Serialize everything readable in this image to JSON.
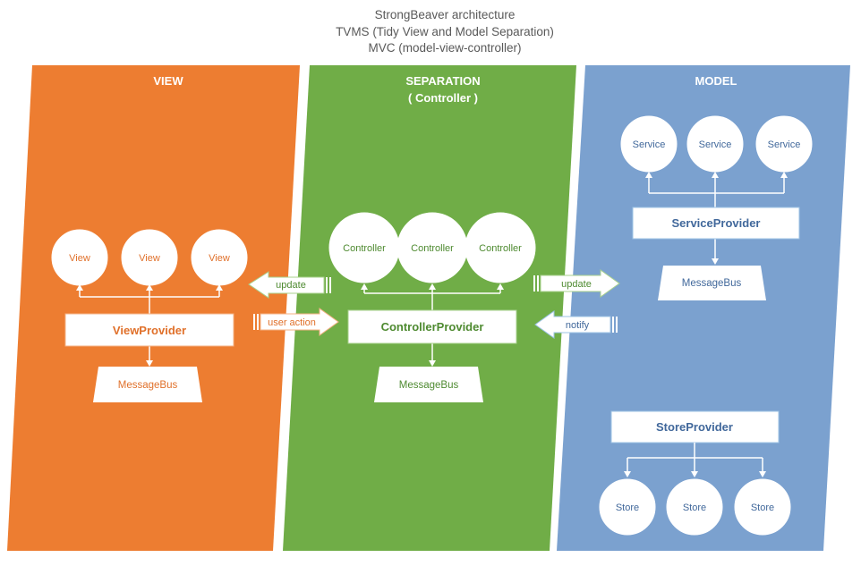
{
  "title": {
    "line1": "StrongBeaver architecture",
    "line2": "TVMS (Tidy View and Model Separation)",
    "line3": "MVC (model-view-controller)"
  },
  "colors": {
    "view": "#ED7D31",
    "separation": "#70AD47",
    "model": "#7BA1CF",
    "view_text": "#E0702A",
    "separation_text": "#4E8A30",
    "model_text": "#41689B"
  },
  "view": {
    "label": "VIEW",
    "circles": [
      "View",
      "View",
      "View"
    ],
    "provider": "ViewProvider",
    "bus": "MessageBus"
  },
  "separation": {
    "label": "SEPARATION",
    "sublabel": "( Controller )",
    "circles": [
      "Controller",
      "Controller",
      "Controller"
    ],
    "provider": "ControllerProvider",
    "bus": "MessageBus"
  },
  "model": {
    "label": "MODEL",
    "services": [
      "Service",
      "Service",
      "Service"
    ],
    "service_provider": "ServiceProvider",
    "bus": "MessageBus",
    "store_provider": "StoreProvider",
    "stores": [
      "Store",
      "Store",
      "Store"
    ]
  },
  "arrows": {
    "update_to_view": "update",
    "user_action": "user action",
    "update_to_model": "update",
    "notify": "notify"
  }
}
